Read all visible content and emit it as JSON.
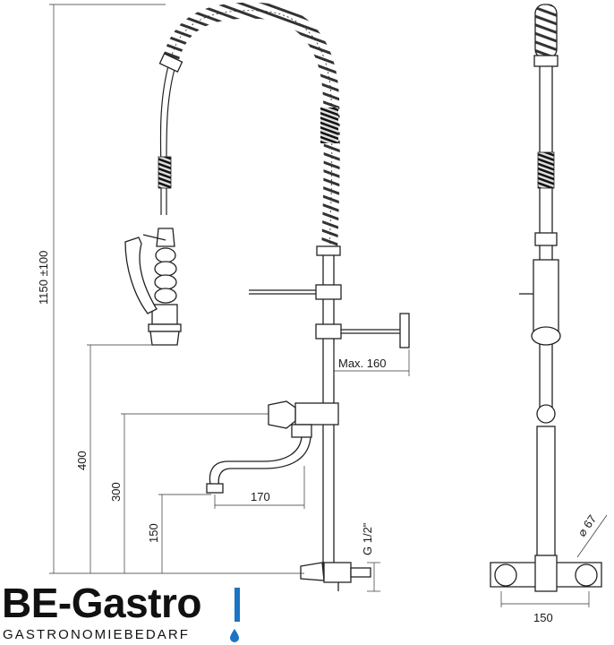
{
  "dimensions": {
    "total_height": "1150 ±100",
    "height_400": "400",
    "height_300": "300",
    "height_150": "150",
    "spout_170": "170",
    "arm_max": "Max. 160",
    "thread": "G 1/2\"",
    "spacing_150": "150",
    "diameter": "⌀ 67"
  },
  "brand": {
    "name": "BE-Gastro",
    "tagline": "GASTRONOMIEBEDARF",
    "accent_color": "#1c74c4"
  }
}
